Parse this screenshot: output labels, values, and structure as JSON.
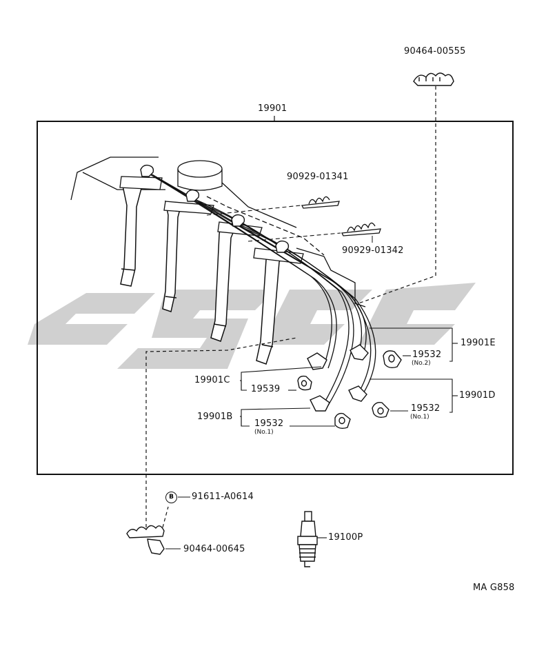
{
  "colors": {
    "line": "#111111",
    "watermark": "#c8c8c8"
  },
  "labels": {
    "p_90464_00555": "90464-00555",
    "p_19901": "19901",
    "p_90929_01341": "90929-01341",
    "p_90929_01342": "90929-01342",
    "p_19901E": "19901E",
    "p_19532_no2": "19532",
    "no2": "(No.2)",
    "p_19901C": "19901C",
    "p_19539": "19539",
    "p_19901D": "19901D",
    "p_19532_no1_d": "19532",
    "no1_d": "(No.1)",
    "p_19901B": "19901B",
    "p_19532_no1_b": "19532",
    "no1_b": "(No.1)",
    "bolt_mark": "B",
    "p_91611_A0614": "91611-A0614",
    "p_19100P": "19100P",
    "p_90464_00645": "90464-00645",
    "figure_code": "MA G858"
  }
}
